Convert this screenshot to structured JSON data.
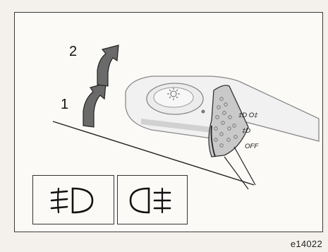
{
  "figure_code": "e14022",
  "steps": {
    "step1": "1",
    "step2": "2"
  },
  "ring_labels": {
    "front_rear": "‡D O‡",
    "front": "‡D",
    "off": "OFF"
  },
  "symbols": {
    "front_fog": "front-fog-light-symbol",
    "rear_fog": "rear-fog-light-symbol"
  }
}
